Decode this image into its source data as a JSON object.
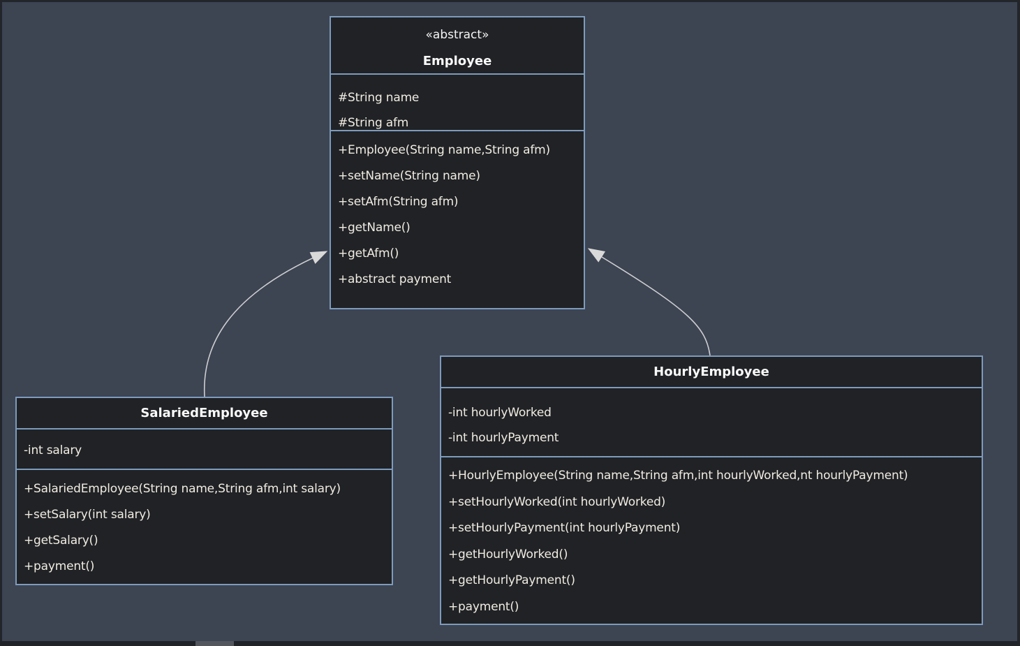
{
  "diagram": {
    "classes": [
      {
        "stereotype": "«abstract»",
        "name": "Employee",
        "fields": [
          "#String name",
          "#String afm"
        ],
        "methods": [
          "+Employee(String name,String afm)",
          "+setName(String name)",
          "+setAfm(String afm)",
          "+getName()",
          "+getAfm()",
          "+abstract payment"
        ]
      },
      {
        "stereotype": "",
        "name": "SalariedEmployee",
        "fields": [
          "-int salary"
        ],
        "methods": [
          "+SalariedEmployee(String name,String afm,int salary)",
          "+setSalary(int salary)",
          "+getSalary()",
          "+payment()"
        ]
      },
      {
        "stereotype": "",
        "name": "HourlyEmployee",
        "fields": [
          "-int hourlyWorked",
          "-int hourlyPayment"
        ],
        "methods": [
          "+HourlyEmployee(String name,String afm,int hourlyWorked,nt hourlyPayment)",
          "+setHourlyWorked(int hourlyWorked)",
          "+setHourlyPayment(int hourlyPayment)",
          "+getHourlyWorked()",
          "+getHourlyPayment()",
          "+payment()"
        ]
      }
    ],
    "relations": [
      {
        "type": "generalization",
        "from": "SalariedEmployee",
        "to": "Employee"
      },
      {
        "type": "generalization",
        "from": "HourlyEmployee",
        "to": "Employee"
      }
    ],
    "colors": {
      "canvas_bg": "#3d4452",
      "class_bg": "#202225",
      "class_border": "#7d9bbd",
      "text": "#f1ece3",
      "title_text": "#fafafa",
      "arrow": "#cdced0"
    }
  }
}
